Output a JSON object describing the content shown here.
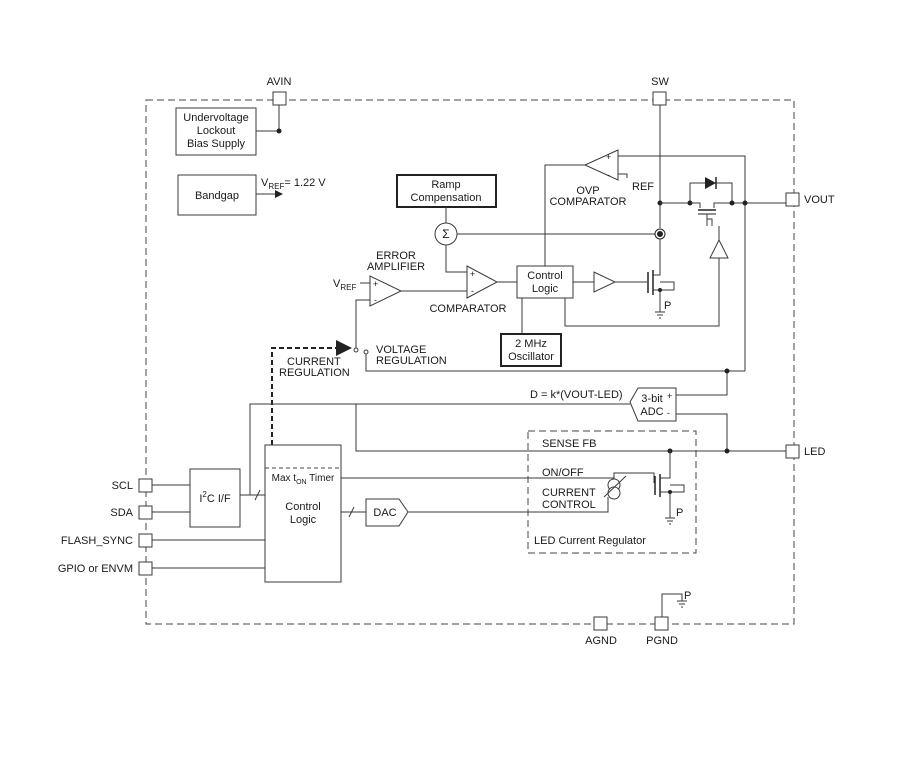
{
  "pins": {
    "avin": "AVIN",
    "sw": "SW",
    "vout": "VOUT",
    "led": "LED",
    "scl": "SCL",
    "sda": "SDA",
    "flash_sync": "FLASH_SYNC",
    "gpio": "GPIO or ENVM",
    "agnd": "AGND",
    "pgnd": "PGND"
  },
  "blocks": {
    "uvlo": [
      "Undervoltage",
      "Lockout",
      "Bias Supply"
    ],
    "bandgap": "Bandgap",
    "vref_v": "V",
    "vref_sub": "REF",
    "vref_val": "= 1.22 V",
    "ramp": [
      "Ramp",
      "Compensation"
    ],
    "sigma": "Σ",
    "ctrl_logic_top": [
      "Control",
      "Logic"
    ],
    "osc": [
      "2 MHz",
      "Oscillator"
    ],
    "ovp": [
      "OVP",
      "COMPARATOR"
    ],
    "ref": "REF",
    "error_amp": [
      "ERROR",
      "AMPLIFIER"
    ],
    "comparator": "COMPARATOR",
    "volt_reg": [
      "VOLTAGE",
      "REGULATION"
    ],
    "curr_reg": [
      "CURRENT",
      "REGULATION"
    ],
    "adc_eq": "D = k*(VOUT-LED)",
    "adc": [
      "3-bit",
      "ADC"
    ],
    "sense_fb": "SENSE FB",
    "onoff": "ON/OFF",
    "current_control": [
      "CURRENT",
      "CONTROL"
    ],
    "led_cur_reg": "LED Current Regulator",
    "i2c_i": "I",
    "i2c_sup": "2",
    "i2c_rest": "C I/F",
    "max_ton_a": "Max t",
    "max_ton_sub": "ON",
    "max_ton_b": " Timer",
    "ctrl_logic_bottom": [
      "Control",
      "Logic"
    ],
    "dac": "DAC",
    "p": "P",
    "plus": "+",
    "minus": "-"
  }
}
